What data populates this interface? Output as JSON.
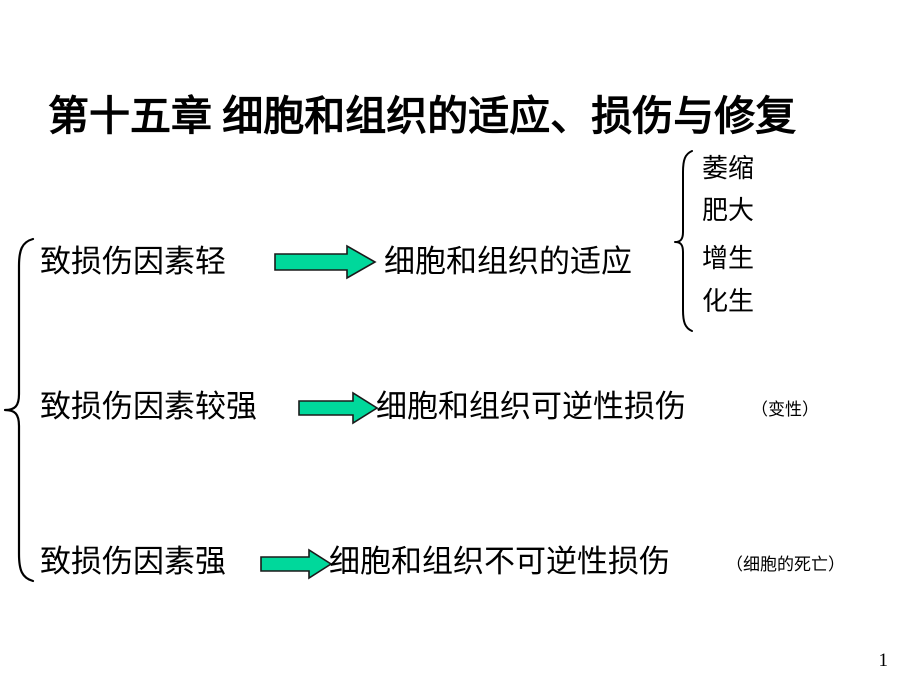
{
  "slide": {
    "title": "第十五章 细胞和组织的适应、损伤与修复",
    "title_color": "#FF0000",
    "background_color": "#FFFFFF",
    "page_number": "1"
  },
  "arrow": {
    "fill_color": "#00D89B",
    "stroke_color": "#000000",
    "icon": "right-arrow-icon"
  },
  "braces": {
    "left": "left-curly-brace",
    "right": "right-curly-brace"
  },
  "flow": {
    "rows": [
      {
        "label": "致损伤因素轻",
        "target": "细胞和组织的适应",
        "note": ""
      },
      {
        "label": "致损伤因素较强",
        "target": "细胞和组织可逆性损伤",
        "note": "（变性）"
      },
      {
        "label": "致损伤因素强",
        "target": "细胞和组织不可逆性损伤",
        "note": "（细胞的死亡）"
      }
    ]
  },
  "adaptation_list": {
    "items": [
      "萎缩",
      "肥大",
      "增生",
      "化生"
    ]
  }
}
